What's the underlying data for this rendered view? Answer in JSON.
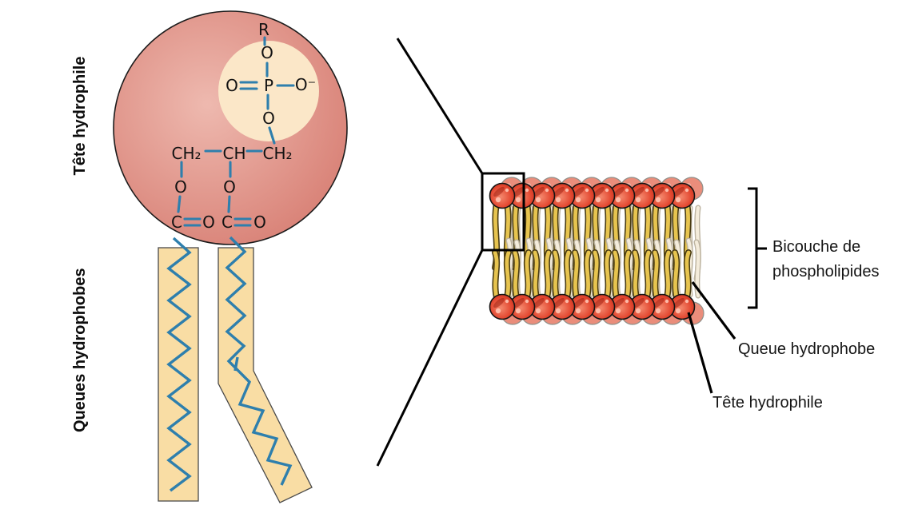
{
  "side_labels": {
    "head": "Tête hydrophile",
    "tails": "Queues hydrophobes"
  },
  "molecule": {
    "r_group": "R",
    "o_top": "O",
    "o_left": "O",
    "p": "P",
    "o_right": "O⁻",
    "o_bottom": "O",
    "ch2_left": "CH₂",
    "ch": "CH",
    "ch2_right": "CH₂",
    "ester_o_left": "O",
    "ester_o_mid": "O",
    "c_left": "C",
    "o_double_left": "O",
    "c_right": "C",
    "o_double_right": "O"
  },
  "bilayer_labels": {
    "bracket_line1": "Bicouche de",
    "bracket_line2": "phospholipides",
    "tail": "Queue hydrophobe",
    "head": "Tête hydrophile"
  },
  "colors": {
    "background": "#ffffff",
    "bond_blue": "#2e7fad",
    "text_black": "#121212",
    "molecule_sphere_light": "#eeb9af",
    "molecule_sphere_dark": "#d5786d",
    "molecule_outline": "#1b1b1b",
    "phosphate_circle_cream": "#fbe7c8",
    "tail_rect_tan": "#f9dda4",
    "tail_rect_stroke": "#4a4a4a",
    "head_red": "#e2452e",
    "head_red_dark": "#b52b18",
    "head_red_light": "#f4886d",
    "head_back_salmon": "#ea8d7b",
    "head_back_stroke": "#90908a",
    "tail_yellow": "#e7c44f",
    "tail_yellow_outline": "#4a3d14",
    "tail_cream": "#f4ecdb",
    "tail_cream_outline": "#bdb4a1",
    "annotation_black": "#000000"
  }
}
